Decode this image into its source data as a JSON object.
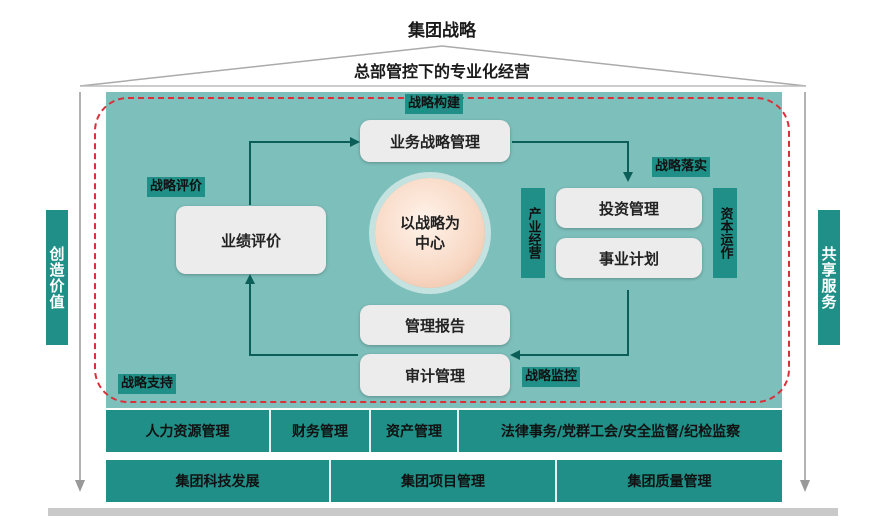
{
  "header": {
    "title": "集团战略",
    "roof_label": "总部管控下的专业化经营"
  },
  "side": {
    "left_label": "创造价值",
    "right_label": "共享服务"
  },
  "cycle": {
    "frame_label": "战略构建",
    "top_box": "业务战略管理",
    "left_box": "业绩评价",
    "left_tag": "战略评价",
    "right_tag": "战略落实",
    "invest_box": "投资管理",
    "plan_box": "事业计划",
    "left_vtag": "产业经营",
    "right_vtag": "资本运作",
    "report_box": "管理报告",
    "audit_box": "审计管理",
    "monitor_tag": "战略监控",
    "support_tag": "战略支持",
    "center": "以战略为中心"
  },
  "support_row": [
    "人力资源管理",
    "财务管理",
    "资产管理",
    "法律事务/党群工会/安全监督/纪检监察"
  ],
  "group_row": [
    "集团科技发展",
    "集团项目管理",
    "集团质量管理"
  ],
  "colors": {
    "teal_dark": "#1f8f87",
    "teal_light": "#7dbfbb",
    "dash_red": "#d9303a",
    "box_light": "#ececec"
  }
}
